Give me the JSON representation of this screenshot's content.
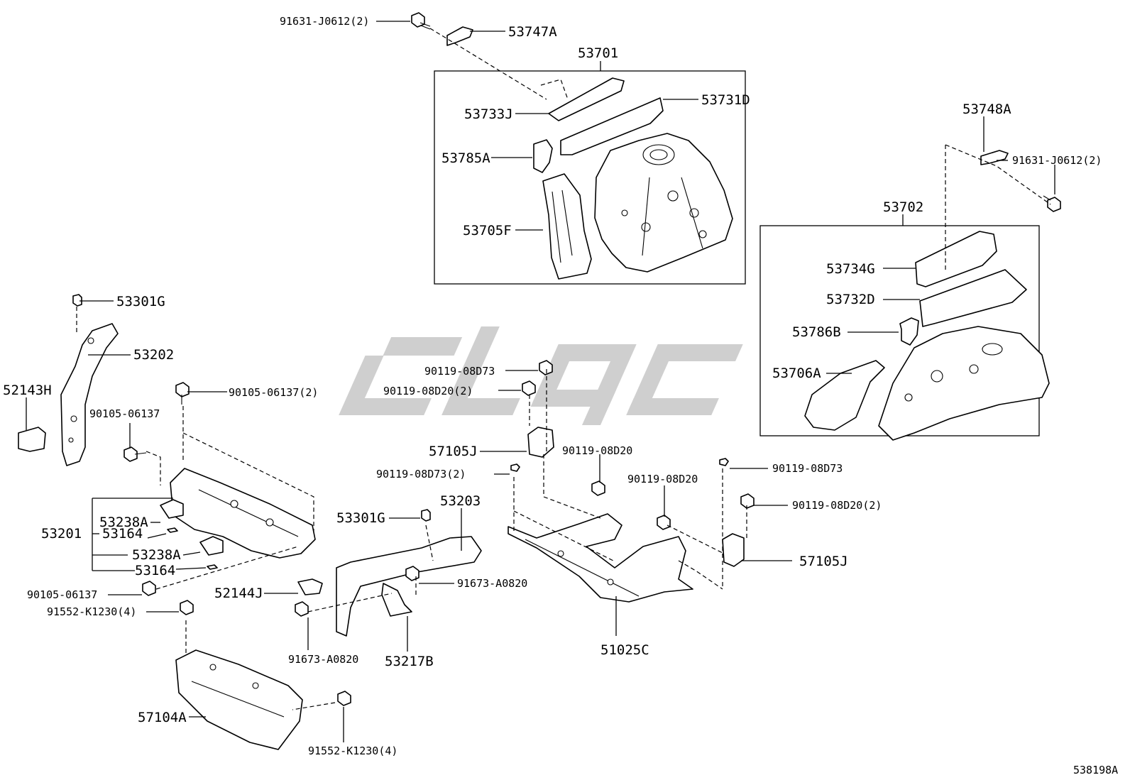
{
  "diagram_id": "538198A",
  "groups": {
    "upper_left_assembly": "53701",
    "upper_right_assembly": "53702",
    "radiator_support_assembly": "53201"
  },
  "labels": {
    "l1": "91631-J0612(2)",
    "l2": "53747A",
    "l3": "53701",
    "l4": "53733J",
    "l5": "53731D",
    "l6": "53785A",
    "l7": "53705F",
    "l8": "53748A",
    "l9": "91631-J0612(2)",
    "l10": "53702",
    "l11": "53734G",
    "l12": "53732D",
    "l13": "53786B",
    "l14": "53706A",
    "l15": "53301G",
    "l16": "53202",
    "l17": "52143H",
    "l18": "90105-06137",
    "l19": "90105-06137(2)",
    "l20": "53238A",
    "l21": "53201",
    "l22": "53164",
    "l23": "53238A",
    "l24": "53164",
    "l25": "90105-06137",
    "l26": "91552-K1230(4)",
    "l27": "57104A",
    "l28": "91552-K1230(4)",
    "l29": "90119-08D73",
    "l30": "90119-08D20(2)",
    "l31": "57105J",
    "l32": "90119-08D20",
    "l33": "90119-08D73(2)",
    "l34": "53301G",
    "l35": "53203",
    "l36": "91673-A0820",
    "l37": "52144J",
    "l38": "91673-A0820",
    "l39": "53217B",
    "l40": "51025C",
    "l41": "90119-08D73",
    "l42": "90119-08D20",
    "l43": "90119-08D20(2)",
    "l44": "57105J"
  }
}
